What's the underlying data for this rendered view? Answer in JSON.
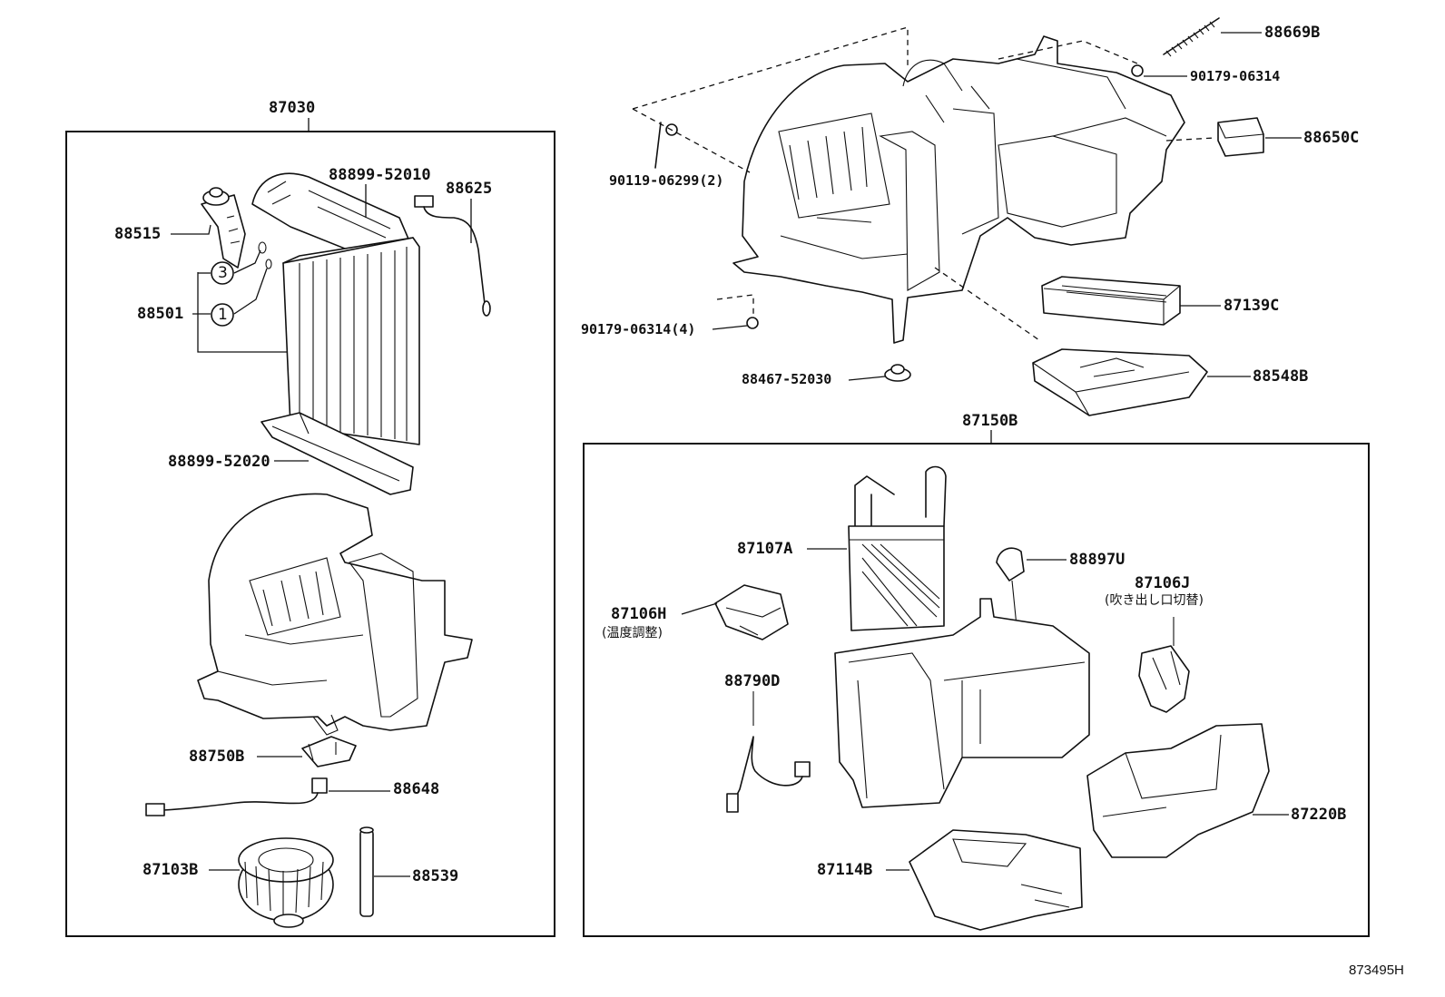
{
  "labels": {
    "p87030": "87030",
    "p88899_52010": "88899-52010",
    "p88625": "88625",
    "p88515": "88515",
    "c3": "3",
    "c1": "1",
    "p88501": "88501",
    "p88899_52020": "88899-52020",
    "p88750B": "88750B",
    "p88648": "88648",
    "p87103B": "87103B",
    "p88539": "88539",
    "p88669B": "88669B",
    "p90179_06314_top": "90179-06314",
    "p88650C": "88650C",
    "p90119_06299": "90119-06299(2)",
    "p87139C": "87139C",
    "p90179_06314_4": "90179-06314(4)",
    "p88467_52030": "88467-52030",
    "p88548B": "88548B",
    "p87150B": "87150B",
    "p87107A": "87107A",
    "p88897U": "88897U",
    "p87106H": "87106H",
    "p87106H_note": "(温度調整)",
    "p87106J": "87106J",
    "p87106J_note": "(吹き出し口切替)",
    "p88790D": "88790D",
    "p87220B": "87220B",
    "p87114B": "87114B"
  },
  "diagram_id": "873495H"
}
